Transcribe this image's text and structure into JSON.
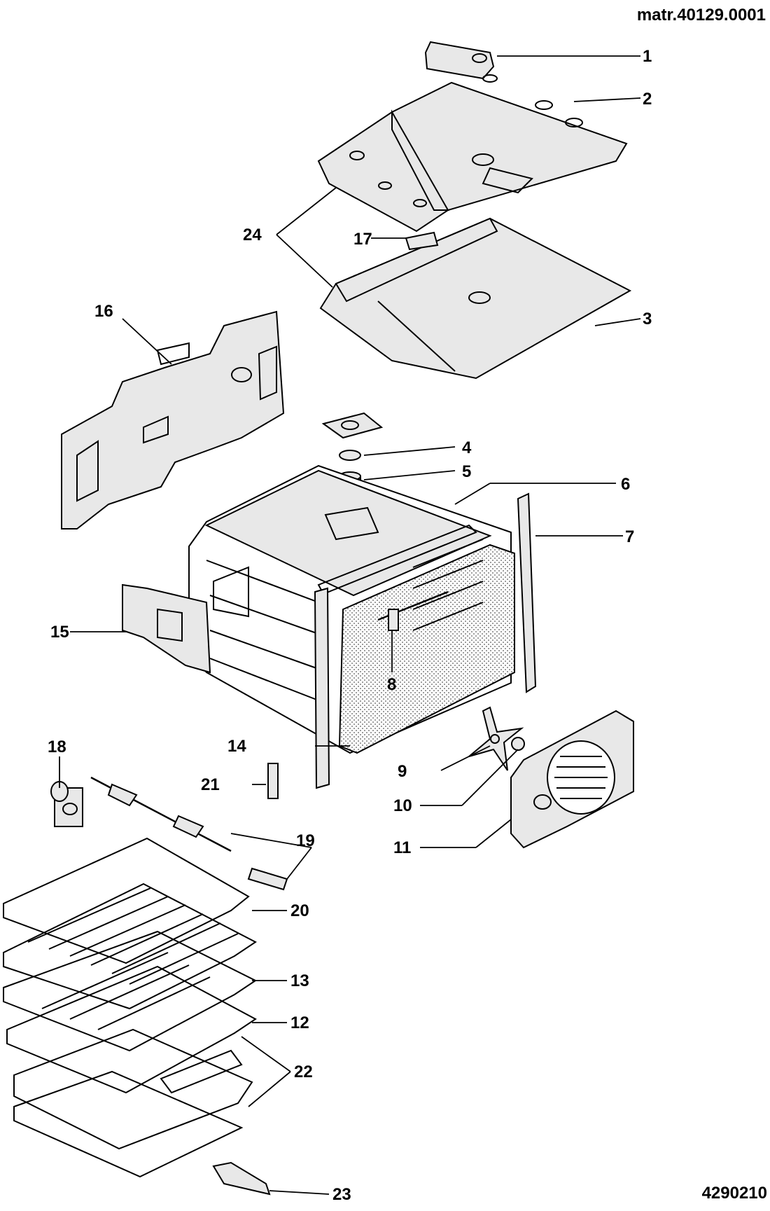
{
  "header": {
    "matr": "matr.40129.0001"
  },
  "footer": {
    "code": "4290210"
  },
  "callouts": {
    "c1": "1",
    "c2": "2",
    "c3": "3",
    "c4": "4",
    "c5": "5",
    "c6": "6",
    "c7": "7",
    "c8": "8",
    "c9": "9",
    "c10": "10",
    "c11": "11",
    "c12": "12",
    "c13": "13",
    "c14": "14",
    "c15": "15",
    "c16": "16",
    "c17": "17",
    "c18": "18",
    "c19": "19",
    "c20": "20",
    "c21": "21",
    "c22": "22",
    "c23": "23",
    "c24": "24"
  }
}
